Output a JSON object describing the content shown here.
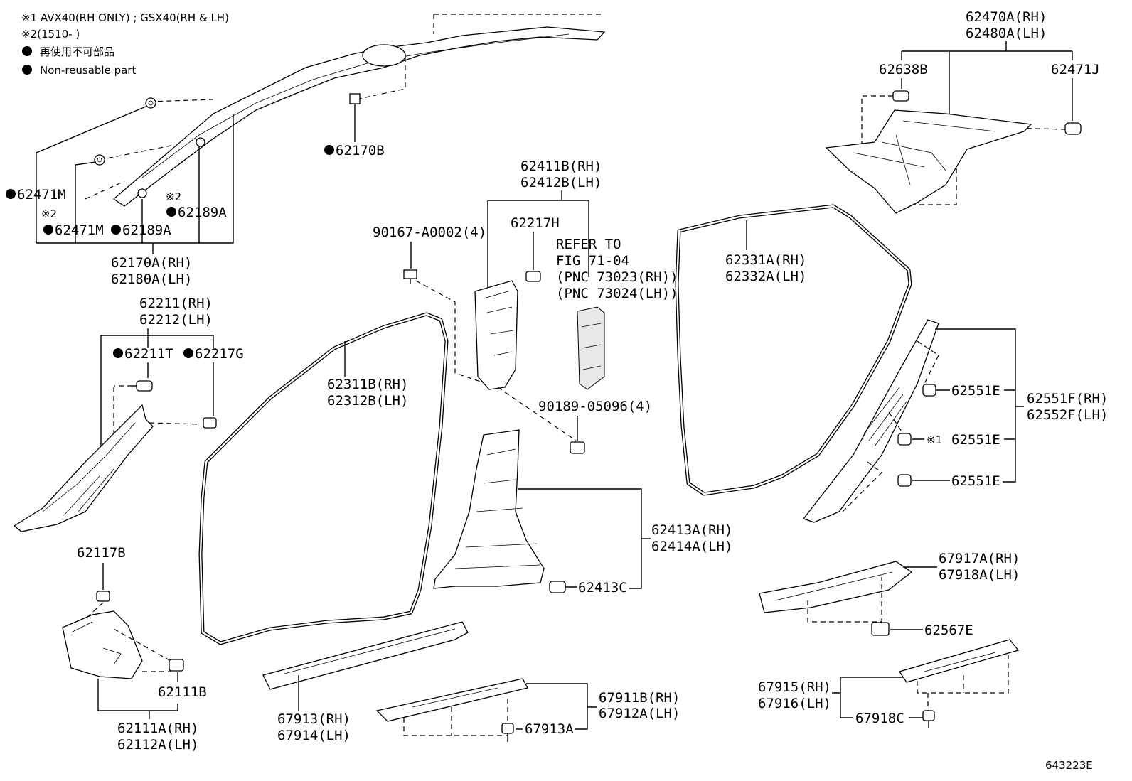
{
  "notes": [
    {
      "mark": "※1",
      "text": "AVX40(RH ONLY) ; GSX40(RH & LH)"
    },
    {
      "mark": "※2",
      "text": "(1510-        )"
    },
    {
      "mark": "●",
      "text": "再使用不可部品"
    },
    {
      "mark": "●",
      "text": "Non-reusable part"
    }
  ],
  "labels": {
    "l62471M_a": "62471M",
    "l62471M_b": "62471M",
    "l62189A_a": "62189A",
    "l62189A_b": "62189A",
    "note2_a": "※2",
    "note2_b": "※2",
    "l62170B": "62170B",
    "l62170A": "62170A(RH)",
    "l62180A": "62180A(LH)",
    "l62211": "62211(RH)",
    "l62212": "62212(LH)",
    "l62211T": "62211T",
    "l62217G": "62217G",
    "l62117B": "62117B",
    "l62111B": "62111B",
    "l62111A": "62111A(RH)",
    "l62112A": "62112A(LH)",
    "l90167": "90167-A0002(4)",
    "l62411B": "62411B(RH)",
    "l62412B": "62412B(LH)",
    "l62217H": "62217H",
    "ref1": "REFER TO",
    "ref2": "FIG 71-04",
    "ref3": "(PNC 73023(RH))",
    "ref4": "(PNC 73024(LH))",
    "l62311B": "62311B(RH)",
    "l62312B": "62312B(LH)",
    "l90189": "90189-05096(4)",
    "l62413A": "62413A(RH)",
    "l62414A": "62414A(LH)",
    "l62413C": "62413C",
    "l67913": "67913(RH)",
    "l67914": "67914(LH)",
    "l67911B": "67911B(RH)",
    "l67912A": "67912A(LH)",
    "l67913A": "67913A",
    "l62470A": "62470A(RH)",
    "l62480A": "62480A(LH)",
    "l62638B": "62638B",
    "l62471J": "62471J",
    "l62331A": "62331A(RH)",
    "l62332A": "62332A(LH)",
    "l62551E_a": "62551E",
    "l62551E_b": "62551E",
    "l62551E_c": "62551E",
    "note1": "※1",
    "l62551F": "62551F(RH)",
    "l62552F": "62552F(LH)",
    "l67917A": "67917A(RH)",
    "l67918A": "67918A(LH)",
    "l62567E": "62567E",
    "l67915": "67915(RH)",
    "l67916": "67916(LH)",
    "l67918C": "67918C",
    "figure_id": "643223E"
  }
}
